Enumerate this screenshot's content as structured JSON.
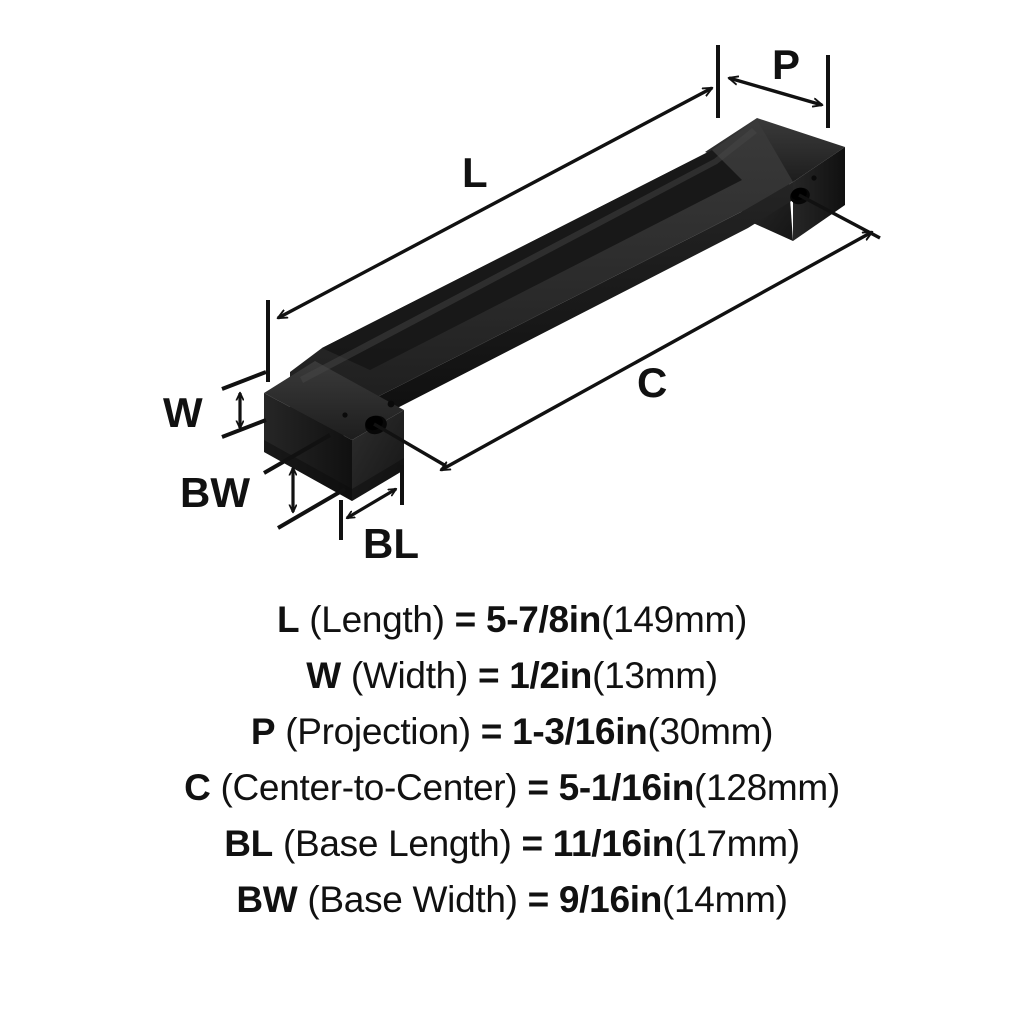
{
  "product": {
    "type": "cabinet-bar-pull-handle",
    "finish_color": "#1a1a1a",
    "background_color": "#ffffff"
  },
  "diagram": {
    "labels": {
      "length": "L",
      "width": "W",
      "projection": "P",
      "center_to_center": "C",
      "base_length": "BL",
      "base_width": "BW"
    }
  },
  "specs": [
    {
      "code": "L",
      "name": "(Length)",
      "eq": "=",
      "value": "5-7/8in",
      "mm": "(149mm)"
    },
    {
      "code": "W",
      "name": "(Width)",
      "eq": "=",
      "value": "1/2in",
      "mm": "(13mm)"
    },
    {
      "code": "P",
      "name": "(Projection)",
      "eq": "=",
      "value": "1-3/16in",
      "mm": "(30mm)"
    },
    {
      "code": "C",
      "name": "(Center-to-Center)",
      "eq": "=",
      "value": "5-1/16in",
      "mm": "(128mm)"
    },
    {
      "code": "BL",
      "name": "(Base Length)",
      "eq": "=",
      "value": "11/16in",
      "mm": "(17mm)"
    },
    {
      "code": "BW",
      "name": "(Base Width)",
      "eq": "=",
      "value": "9/16in",
      "mm": "(14mm)"
    }
  ]
}
